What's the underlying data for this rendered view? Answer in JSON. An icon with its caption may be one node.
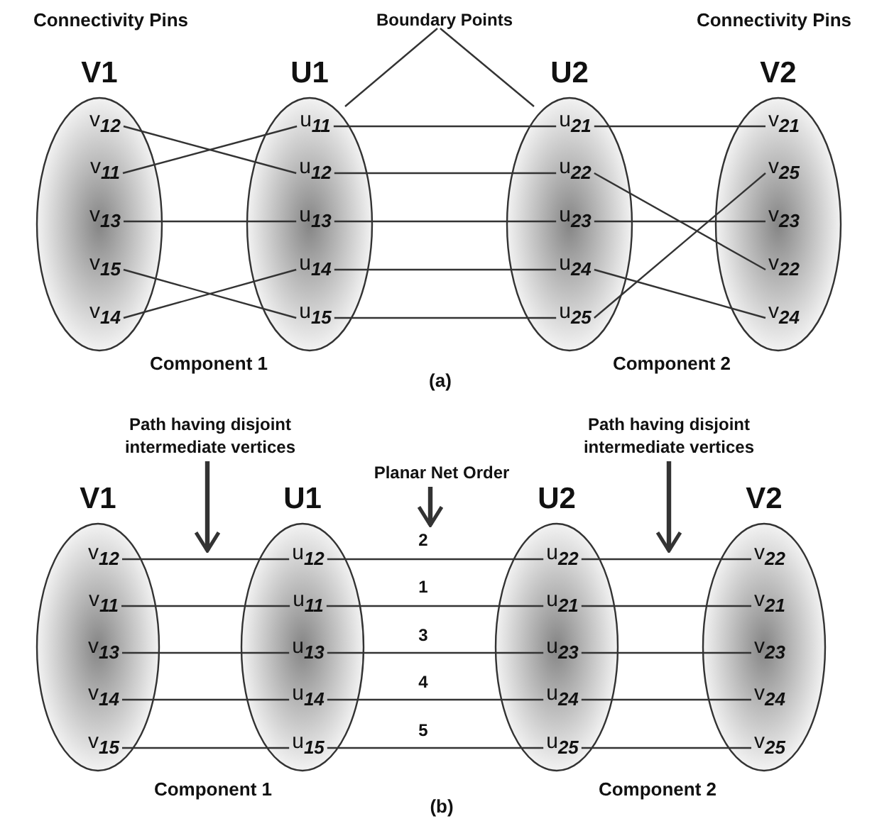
{
  "diagram": {
    "nodes": [
      {
        "text": [
          "Boundary Points"
        ]
      },
      {
        "text": [
          "V1"
        ]
      },
      {
        "text": [
          "v$_{12}$"
        ],
        "in": 1
      },
      {
        "text": [
          "v$_{11}$"
        ],
        "in": 1
      },
      {
        "text": [
          "v$_{13}$"
        ],
        "in": 1
      },
      {
        "text": [
          "v$_{15}$"
        ],
        "in": 1
      },
      {
        "text": [
          "v$_{14}$"
        ],
        "in": 1
      },
      {
        "text": [
          "U1"
        ]
      },
      {
        "text": [
          "u$_{11}$"
        ],
        "in": 7
      },
      {
        "text": [
          "u$_{12}$"
        ],
        "in": 7
      },
      {
        "text": [
          "u$_{13}$"
        ],
        "in": 7
      },
      {
        "text": [
          "u$_{14}$"
        ],
        "in": 7
      },
      {
        "text": [
          "u$_{15}$"
        ],
        "in": 7
      },
      {
        "text": [
          "U2"
        ]
      },
      {
        "text": [
          "u$_{21}$"
        ],
        "in": 13
      },
      {
        "text": [
          "u$_{22}$"
        ],
        "in": 13
      },
      {
        "text": [
          "u$_{23}$"
        ],
        "in": 13
      },
      {
        "text": [
          "u$_{24}$"
        ],
        "in": 13
      },
      {
        "text": [
          "u$_{25}$"
        ],
        "in": 13
      },
      {
        "text": [
          "V2"
        ]
      },
      {
        "text": [
          "v$_{21}$"
        ],
        "in": 19
      },
      {
        "text": [
          "v$_{25}$"
        ],
        "in": 19
      },
      {
        "text": [
          "v$_{23}$"
        ],
        "in": 19
      },
      {
        "text": [
          "v$_{22}$"
        ],
        "in": 19
      },
      {
        "text": [
          "v$_{24}$"
        ],
        "in": 19
      },
      {
        "text": [
          "Path having disjoint intermediate vertices"
        ]
      },
      {
        "text": [
          "Planar Net Order"
        ]
      },
      {
        "text": [
          "Path having disjoint intermediate vertices"
        ]
      },
      {
        "text": [
          "V1"
        ]
      },
      {
        "text": [
          "v$_{12}$"
        ],
        "in": 28
      },
      {
        "text": [
          "v$_{11}$"
        ],
        "in": 28
      },
      {
        "text": [
          "v$_{13}$"
        ],
        "in": 28
      },
      {
        "text": [
          "v$_{14}$"
        ],
        "in": 28
      },
      {
        "text": [
          "v$_{15}$"
        ],
        "in": 28
      },
      {
        "text": [
          "U1"
        ]
      },
      {
        "text": [
          "u$_{12}$"
        ],
        "in": 34
      },
      {
        "text": [
          "u$_{11}$"
        ],
        "in": 34
      },
      {
        "text": [
          "u$_{13}$"
        ],
        "in": 34
      },
      {
        "text": [
          "u$_{14}$"
        ],
        "in": 34
      },
      {
        "text": [
          "u$_{15}$"
        ],
        "in": 34
      },
      {
        "text": [
          "U2"
        ]
      },
      {
        "text": [
          "u$_{22}$"
        ],
        "in": 40
      },
      {
        "text": [
          "u$_{21}$"
        ],
        "in": 40
      },
      {
        "text": [
          "u$_{23}$"
        ],
        "in": 40
      },
      {
        "text": [
          "u$_{24}$"
        ],
        "in": 40
      },
      {
        "text": [
          "u$_{25}$"
        ],
        "in": 40
      },
      {
        "text": [
          "V2"
        ]
      },
      {
        "text": [
          "v$_{22}$"
        ],
        "in": 46
      },
      {
        "text": [
          "v$_{21}$"
        ],
        "in": 46
      },
      {
        "text": [
          "v$_{23}$"
        ],
        "in": 46
      },
      {
        "text": [
          "v$_{24}$"
        ],
        "in": 46
      },
      {
        "text": [
          "v$_{25}$"
        ],
        "in": 46
      }
    ],
    "edges": [
      {
        "from": 0,
        "to": 7,
        "arrow": "none"
      },
      {
        "from": 0,
        "to": 13,
        "arrow": "none"
      },
      {
        "from": 2,
        "to": 9,
        "arrow": "none"
      },
      {
        "from": 3,
        "to": 8,
        "arrow": "none"
      },
      {
        "from": 4,
        "to": 10,
        "arrow": "none"
      },
      {
        "from": 5,
        "to": 12,
        "arrow": "none"
      },
      {
        "from": 6,
        "to": 11,
        "arrow": "none"
      },
      {
        "from": 8,
        "to": 14,
        "arrow": "none"
      },
      {
        "from": 9,
        "to": 15,
        "arrow": "none"
      },
      {
        "from": 10,
        "to": 16,
        "arrow": "none"
      },
      {
        "from": 11,
        "to": 17,
        "arrow": "none"
      },
      {
        "from": 12,
        "to": 18,
        "arrow": "none"
      },
      {
        "from": 14,
        "to": 20,
        "arrow": "none"
      },
      {
        "from": 15,
        "to": 23,
        "arrow": "none"
      },
      {
        "from": 16,
        "to": 22,
        "arrow": "none"
      },
      {
        "from": 17,
        "to": 24,
        "arrow": "none"
      },
      {
        "from": 18,
        "to": 21,
        "arrow": "none"
      },
      {
        "from": 25,
        "to": null,
        "arrow": "to",
        "style": "thick"
      },
      {
        "from": 26,
        "to": null,
        "arrow": "to",
        "style": "thick"
      },
      {
        "from": 27,
        "to": null,
        "arrow": "to",
        "style": "thick"
      },
      {
        "from": 29,
        "to": 35,
        "arrow": "none"
      },
      {
        "from": 30,
        "to": 36,
        "arrow": "none"
      },
      {
        "from": 31,
        "to": 37,
        "arrow": "none"
      },
      {
        "from": 32,
        "to": 38,
        "arrow": "none"
      },
      {
        "from": 33,
        "to": 39,
        "arrow": "none"
      },
      {
        "from": 35,
        "to": 41,
        "label": "2",
        "arrow": "none"
      },
      {
        "from": 36,
        "to": 42,
        "label": "1",
        "arrow": "none"
      },
      {
        "from": 37,
        "to": 43,
        "label": "3",
        "arrow": "none"
      },
      {
        "from": 38,
        "to": 44,
        "label": "4",
        "arrow": "none"
      },
      {
        "from": 39,
        "to": 45,
        "label": "5",
        "arrow": "none"
      },
      {
        "from": 41,
        "to": 47,
        "arrow": "none"
      },
      {
        "from": 42,
        "to": 48,
        "arrow": "none"
      },
      {
        "from": 43,
        "to": 49,
        "arrow": "none"
      },
      {
        "from": 44,
        "to": 50,
        "arrow": "none"
      },
      {
        "from": 45,
        "to": 51,
        "arrow": "none"
      }
    ],
    "labels": [
      "Connectivity Pins",
      "Connectivity Pins",
      "Component 1",
      "Component 2",
      "(a)",
      "Component 1",
      "Component 2",
      "(b)"
    ]
  }
}
